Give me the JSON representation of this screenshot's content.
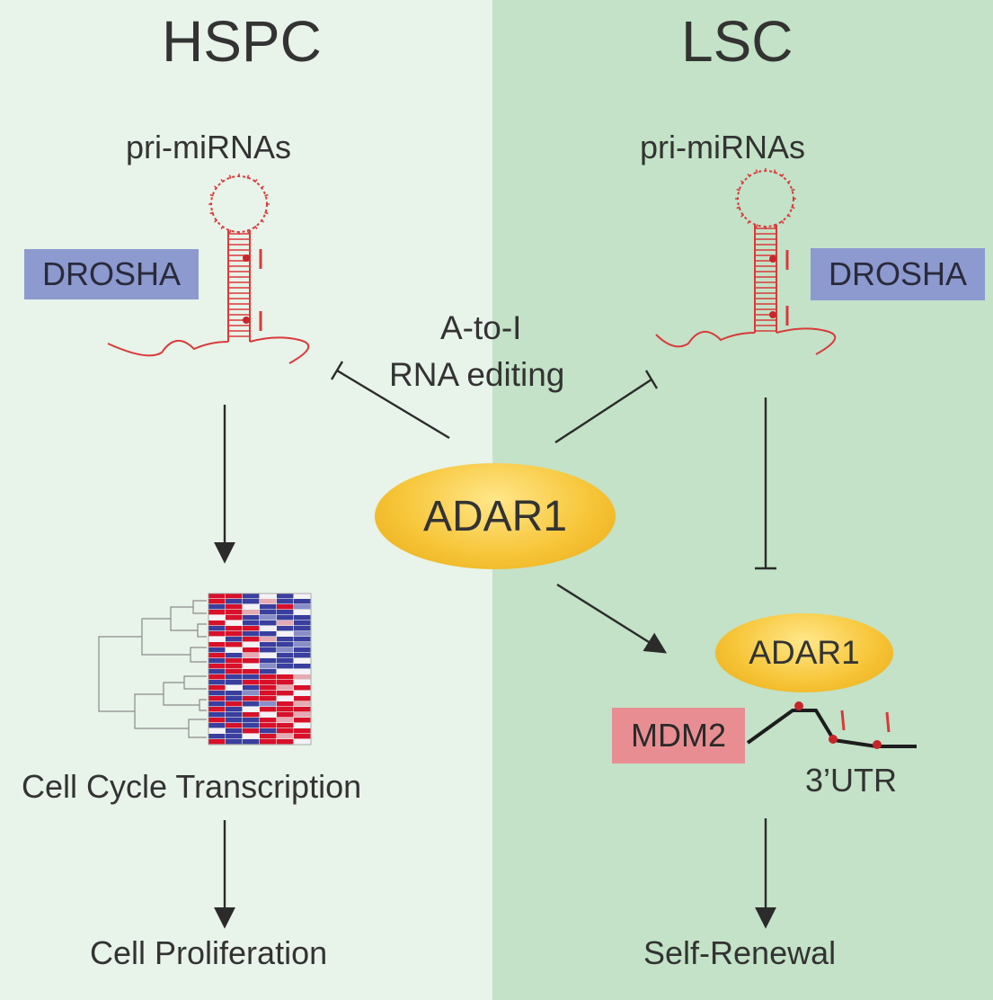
{
  "panels": {
    "left_title": "HSPC",
    "right_title": "LSC"
  },
  "labels": {
    "pri_left": "pri-miRNAs",
    "pri_right": "pri-miRNAs",
    "drosha_left": "DROSHA",
    "drosha_right": "DROSHA",
    "editing_line1": "A-to-I",
    "editing_line2": "RNA editing",
    "adar1_main": "ADAR1",
    "adar1_small": "ADAR1",
    "mdm2": "MDM2",
    "utr": "3’UTR",
    "cell_cycle": "Cell Cycle Transcription",
    "proliferation": "Cell Proliferation",
    "self_renewal": "Self-Renewal"
  },
  "colors": {
    "left_bg": "#e8f3e9",
    "right_bg": "#c3e2c7",
    "drosha_box": "#8c9ad0",
    "mdm2_box": "#e88e92",
    "adar1_gold": "#f7c63a",
    "rna_red": "#d93a3a",
    "arrow": "#2b2b2b",
    "heat_red": "#d8102a",
    "heat_blue": "#3a3e9e",
    "heat_white": "#f4f2f6"
  },
  "icons": {
    "left_hairpin": "pri-mirna-hairpin-icon",
    "right_hairpin": "pri-mirna-hairpin-icon",
    "heatmap": "heatmap-dendrogram-icon",
    "utr_curve": "mrna-3utr-icon"
  }
}
